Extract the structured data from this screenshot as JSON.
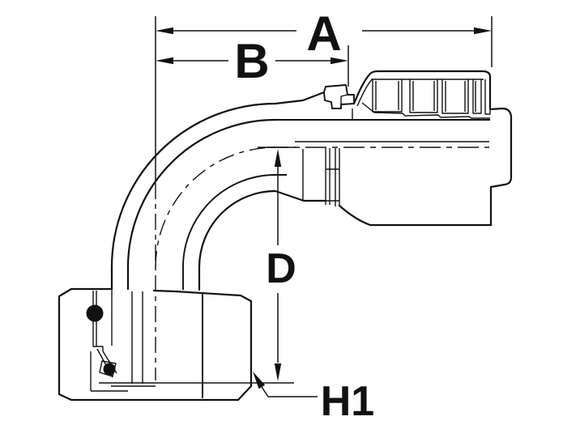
{
  "diagram": {
    "dimension_labels": {
      "a": "A",
      "b": "B",
      "d": "D",
      "h1": "H1"
    },
    "colors": {
      "line": "#111111",
      "background": "#ffffff"
    }
  }
}
